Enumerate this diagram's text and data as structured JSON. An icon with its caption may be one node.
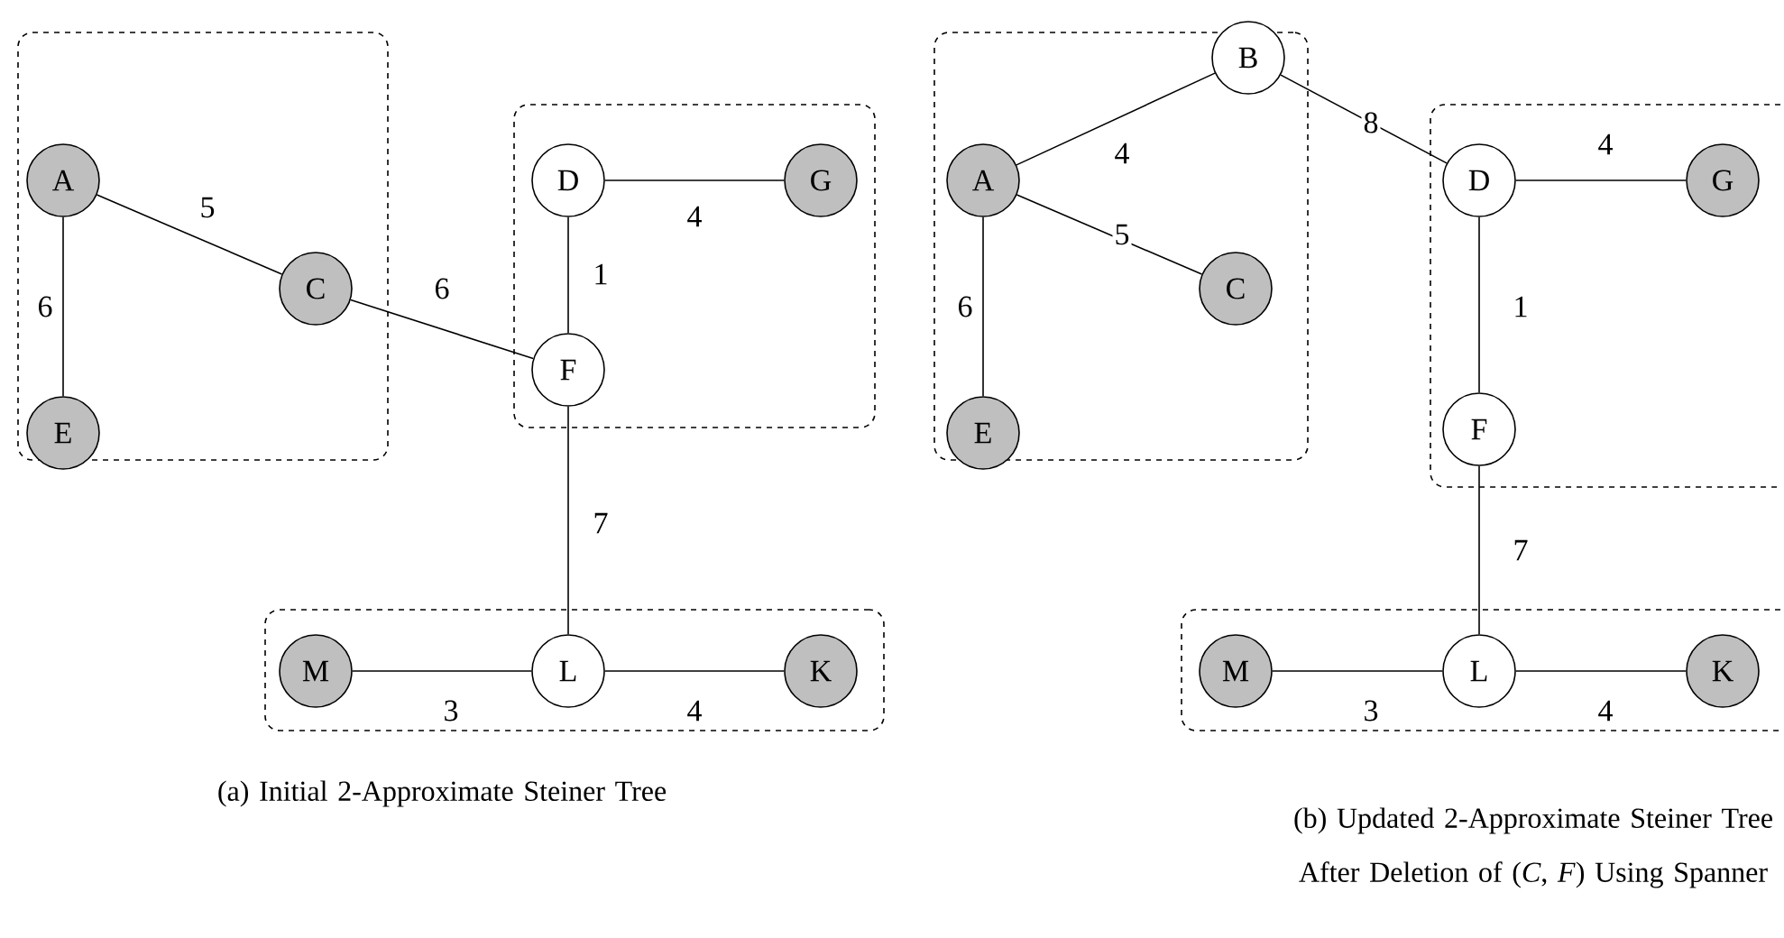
{
  "diagram": {
    "nodes": [
      {
        "text": [],
        "shape": "box"
      },
      {
        "text": [
          "A"
        ],
        "in": 0
      },
      {
        "text": [
          "C"
        ],
        "in": 0
      },
      {
        "text": [
          "E"
        ],
        "in": 0
      },
      {
        "text": [],
        "shape": "box"
      },
      {
        "text": [
          "D"
        ],
        "in": 4
      },
      {
        "text": [
          "G"
        ],
        "in": 4
      },
      {
        "text": [
          "F"
        ],
        "in": 4
      },
      {
        "text": [],
        "shape": "box"
      },
      {
        "text": [
          "M"
        ],
        "in": 8
      },
      {
        "text": [
          "L"
        ],
        "in": 8
      },
      {
        "text": [
          "K"
        ],
        "in": 8
      },
      {
        "text": [],
        "shape": "box"
      },
      {
        "text": [
          "A"
        ],
        "in": 12
      },
      {
        "text": [
          "C"
        ],
        "in": 12
      },
      {
        "text": [
          "E"
        ],
        "in": 12
      },
      {
        "text": [
          "B"
        ]
      },
      {
        "text": [],
        "shape": "box"
      },
      {
        "text": [
          "D"
        ],
        "in": 17
      },
      {
        "text": [
          "G"
        ],
        "in": 17
      },
      {
        "text": [
          "F"
        ],
        "in": 17
      },
      {
        "text": [],
        "shape": "box"
      },
      {
        "text": [
          "M"
        ],
        "in": 21
      },
      {
        "text": [
          "L"
        ],
        "in": 21
      },
      {
        "text": [
          "K"
        ],
        "in": 21
      }
    ],
    "edges": [
      {
        "from": 1,
        "to": 2,
        "arrow": "none",
        "label": "5"
      },
      {
        "from": 1,
        "to": 3,
        "arrow": "none",
        "label": "6"
      },
      {
        "from": 2,
        "to": 7,
        "arrow": "none",
        "label": "6"
      },
      {
        "from": 5,
        "to": 6,
        "arrow": "none",
        "label": "4"
      },
      {
        "from": 5,
        "to": 7,
        "arrow": "none",
        "label": "1"
      },
      {
        "from": 7,
        "to": 10,
        "arrow": "none",
        "label": "7"
      },
      {
        "from": 9,
        "to": 10,
        "arrow": "none",
        "label": "3"
      },
      {
        "from": 10,
        "to": 11,
        "arrow": "none",
        "label": "4"
      },
      {
        "from": 13,
        "to": 16,
        "arrow": "none",
        "label": "4"
      },
      {
        "from": 16,
        "to": 18,
        "arrow": "none",
        "label": "8"
      },
      {
        "from": 13,
        "to": 14,
        "arrow": "none",
        "label": "5"
      },
      {
        "from": 13,
        "to": 15,
        "arrow": "none",
        "label": "6"
      },
      {
        "from": 18,
        "to": 19,
        "arrow": "none",
        "label": "4"
      },
      {
        "from": 18,
        "to": 20,
        "arrow": "none",
        "label": "1"
      },
      {
        "from": 20,
        "to": 23,
        "arrow": "none",
        "label": "7"
      },
      {
        "from": 22,
        "to": 23,
        "arrow": "none",
        "label": "3"
      },
      {
        "from": 23,
        "to": 24,
        "arrow": "none",
        "label": "4"
      }
    ],
    "labels": [
      "(a) Initial 2-Approximate Steiner Tree",
      "(b) Updated 2-Approximate Steiner Tree After Deletion of (*C*, *F*) Using Spanner"
    ]
  }
}
